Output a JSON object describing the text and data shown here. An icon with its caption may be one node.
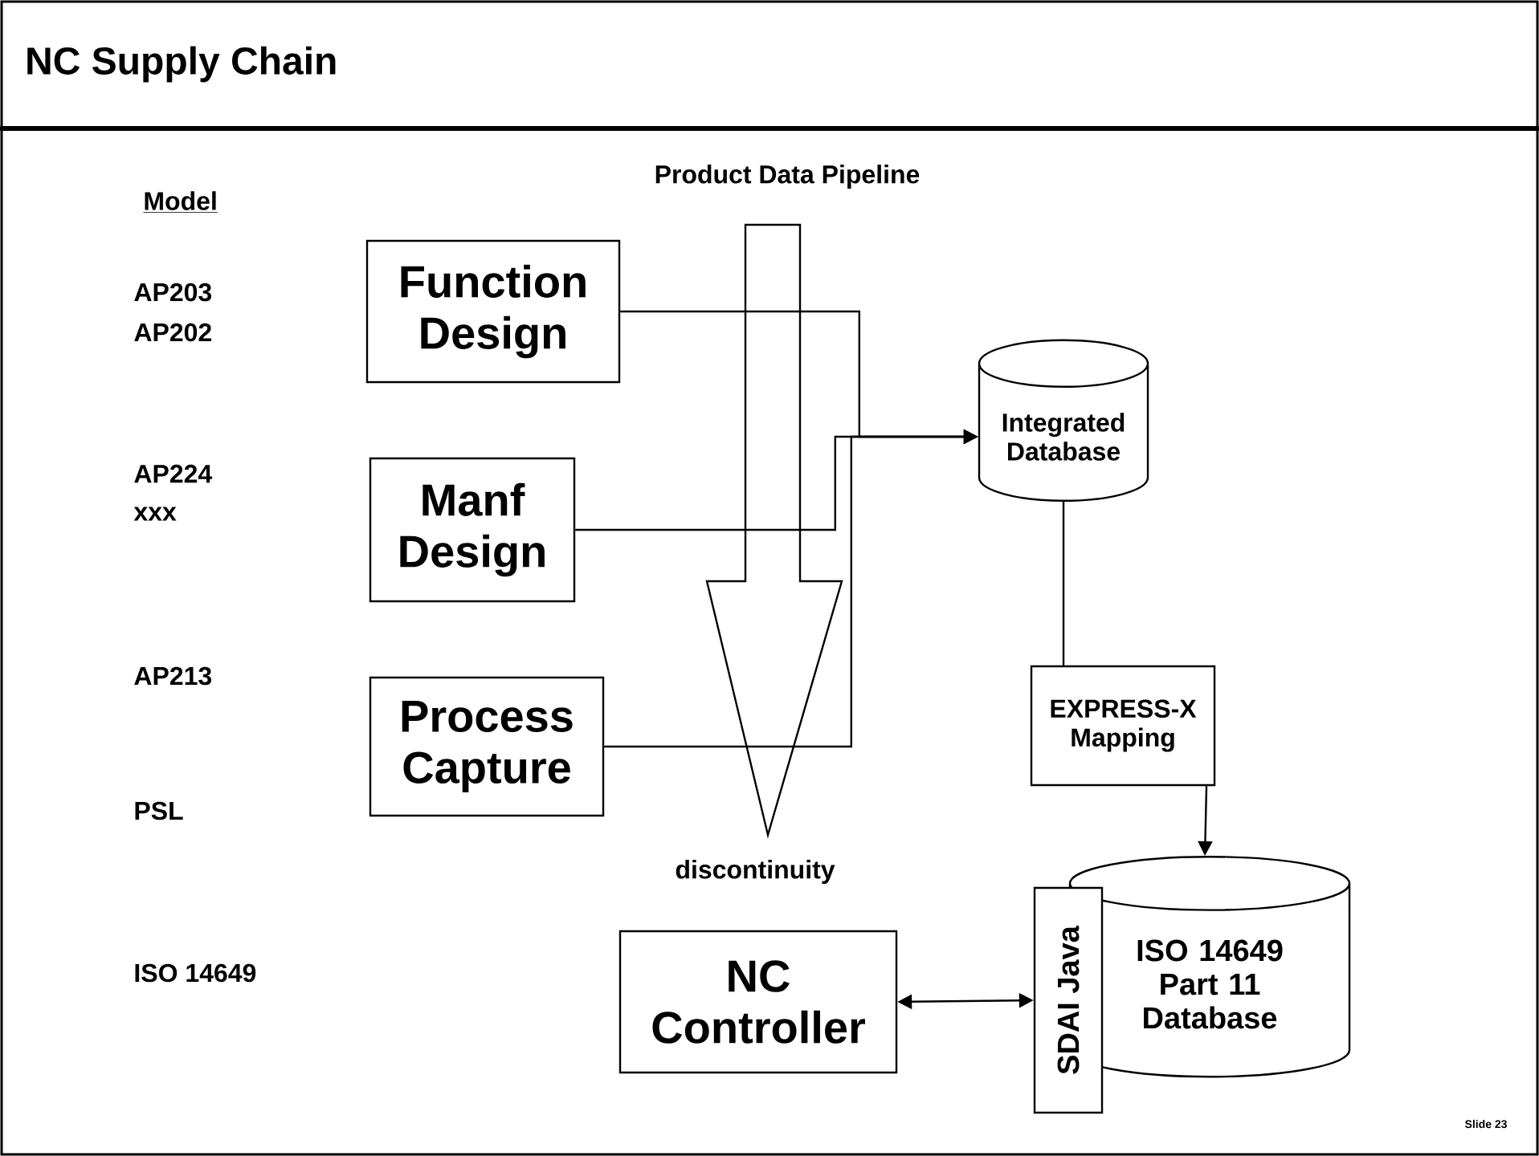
{
  "diagram": {
    "title": "NC Supply Chain",
    "nodes": [
      {
        "text": [
          "Function Design"
        ]
      },
      {
        "text": [
          "Manf Design"
        ]
      },
      {
        "text": [
          "Process Capture"
        ]
      },
      {
        "text": [
          "Integrated Database"
        ]
      },
      {
        "text": [
          "EXPRESS-X Mapping"
        ]
      },
      {
        "text": [
          "ISO 14649 Part 11 Database"
        ]
      },
      {
        "text": [
          "SDAI Java"
        ]
      },
      {
        "text": [
          "NC Controller"
        ]
      }
    ],
    "edges": [
      {
        "from": 0,
        "to": 3,
        "arrow": "to"
      },
      {
        "from": 1,
        "to": 3,
        "arrow": "to"
      },
      {
        "from": 2,
        "to": 3,
        "arrow": "to"
      },
      {
        "from": 3,
        "to": 4,
        "arrow": "none"
      },
      {
        "from": 4,
        "to": 5,
        "arrow": "to"
      },
      {
        "from": 7,
        "to": 6,
        "arrow": "both"
      }
    ],
    "labels": [
      "Model",
      "AP203",
      "AP202",
      "Product Data Pipeline",
      "AP224",
      "xxx",
      "AP213",
      "PSL",
      "discontinuity",
      "ISO 14649",
      "Slide 23"
    ]
  }
}
